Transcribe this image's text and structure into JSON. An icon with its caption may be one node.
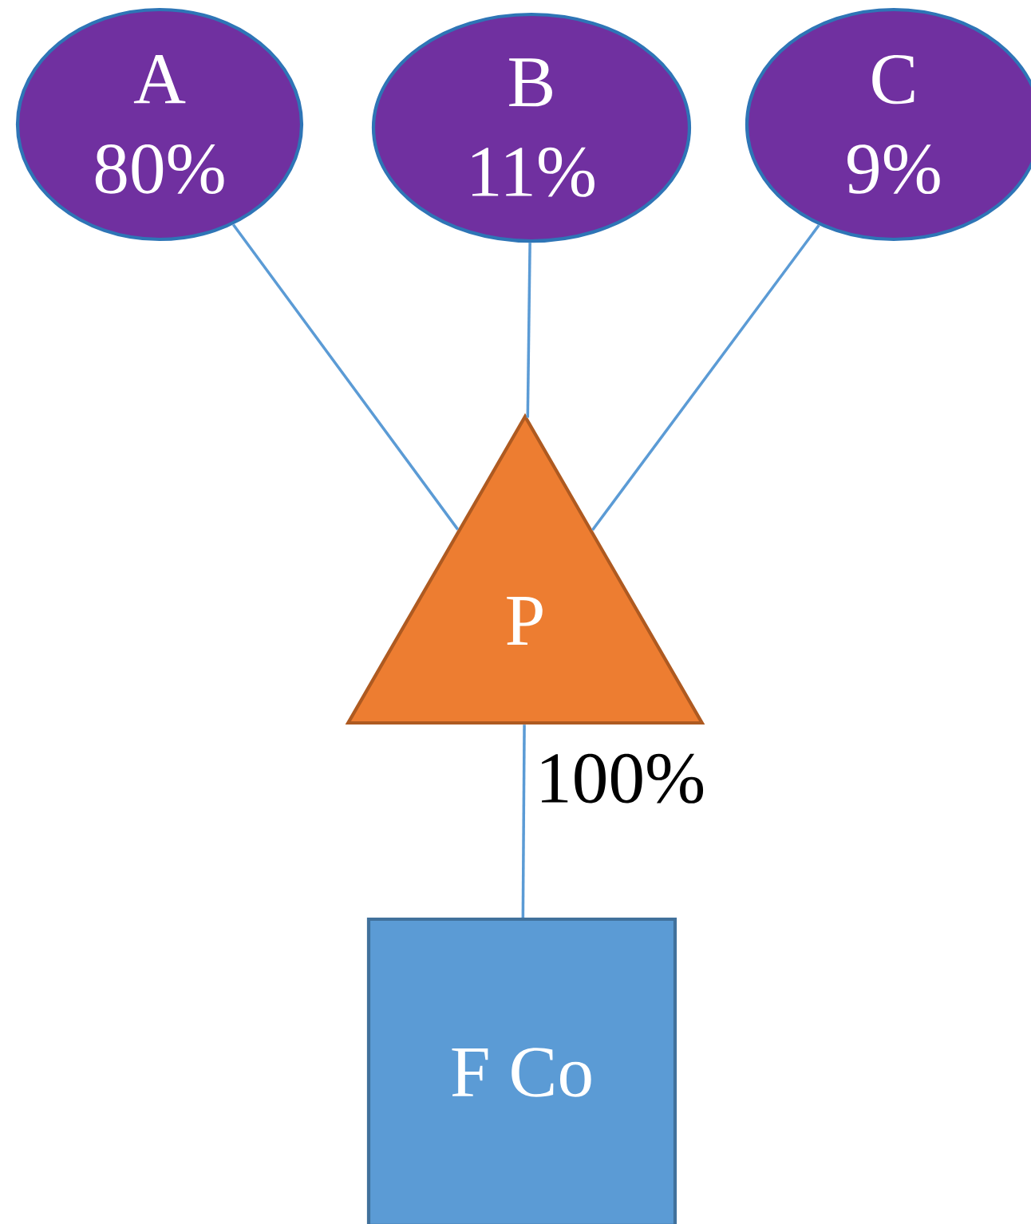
{
  "diagram": {
    "nodes": [
      {
        "text": [
          "A",
          "80%"
        ]
      },
      {
        "text": [
          "B",
          "11%"
        ]
      },
      {
        "text": [
          "C",
          "9%"
        ]
      },
      {
        "text": [
          "P"
        ]
      },
      {
        "text": [
          "F Co"
        ]
      }
    ],
    "edges": [
      {
        "from": 0,
        "to": 3,
        "arrow": "none"
      },
      {
        "from": 1,
        "to": 3,
        "arrow": "none"
      },
      {
        "from": 2,
        "to": 3,
        "arrow": "none"
      },
      {
        "from": 3,
        "to": 4,
        "arrow": "none",
        "label": "100%"
      }
    ]
  }
}
